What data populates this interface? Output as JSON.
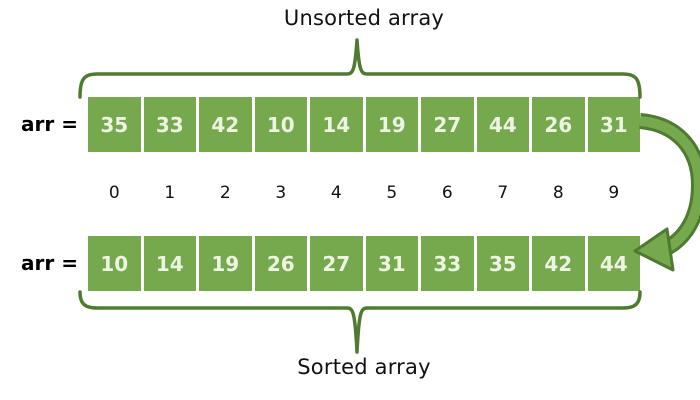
{
  "titles": {
    "top": "Unsorted array",
    "bottom": "Sorted array"
  },
  "arrays": {
    "unsorted": {
      "label": "arr =",
      "values": [
        35,
        33,
        42,
        10,
        14,
        19,
        27,
        44,
        26,
        31
      ]
    },
    "sorted": {
      "label": "arr =",
      "values": [
        10,
        14,
        19,
        26,
        27,
        31,
        33,
        35,
        42,
        44
      ]
    }
  },
  "indices": [
    0,
    1,
    2,
    3,
    4,
    5,
    6,
    7,
    8,
    9
  ],
  "icons": {
    "top_brace": "horizontal-curly-brace-pointing-up",
    "bottom_brace": "horizontal-curly-brace-pointing-down",
    "arrow": "curved-arrow-top-to-bottom"
  },
  "colors": {
    "cell_fill": "#76a84e",
    "cell_text": "#eef4e2",
    "accent_dark_green": "#4e7b2f",
    "text": "#111111",
    "background": "#ffffff"
  }
}
